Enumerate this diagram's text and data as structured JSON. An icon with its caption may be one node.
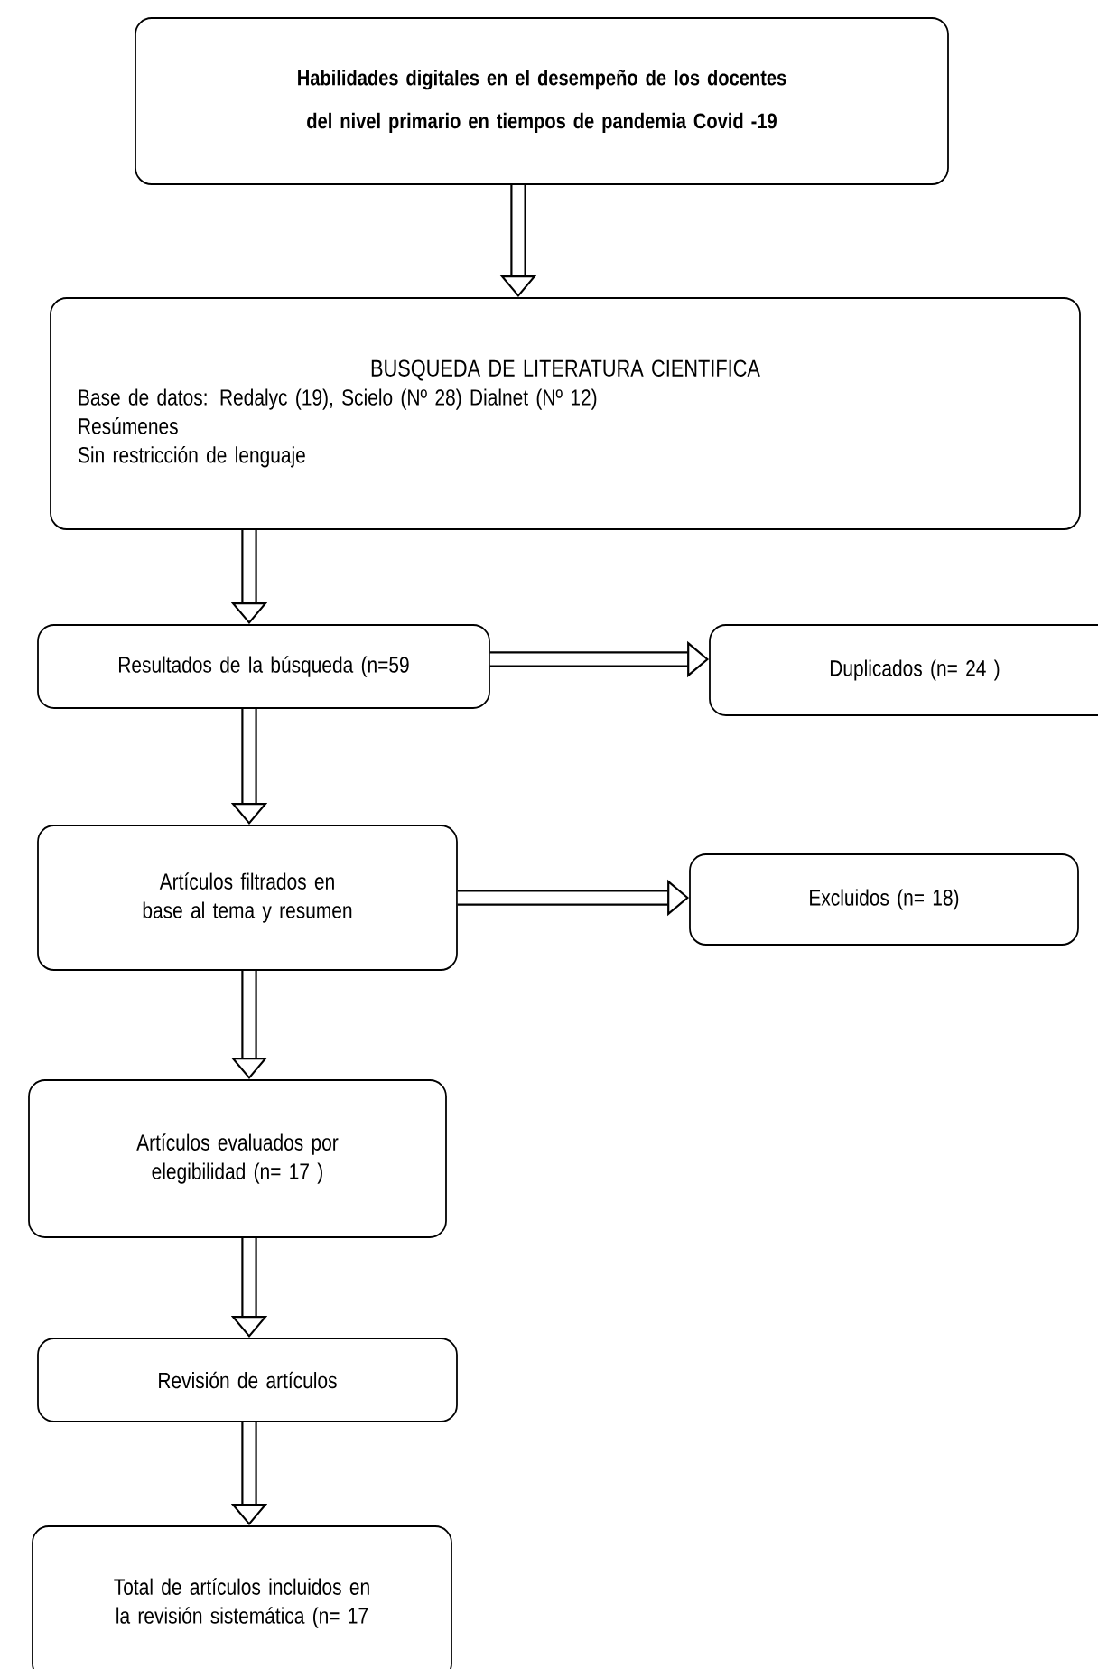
{
  "diagram": {
    "nodes": [
      {
        "text": [
          "Habilidades digitales en el desempeño de los docentes del nivel primario en tiempos de pandemia Covid -19"
        ]
      },
      {
        "text": [
          "BUSQUEDA DE LITERATURA CIENTIFICA",
          "Base de datos: Redalyc (19), Scielo (Nº 28) Dialnet (Nº 12)",
          "Resúmenes",
          "Sin restricción de lenguaje"
        ]
      },
      {
        "text": [
          "Resultados de la búsqueda (n=59"
        ]
      },
      {
        "text": [
          "Duplicados (n= 24 )"
        ]
      },
      {
        "text": [
          "Artículos filtrados en base al tema y resumen"
        ]
      },
      {
        "text": [
          "Excluidos (n= 18)"
        ]
      },
      {
        "text": [
          "Artículos evaluados por elegibilidad (n= 17 )"
        ]
      },
      {
        "text": [
          "Revisión de artículos"
        ]
      },
      {
        "text": [
          "Total de artículos incluidos en la revisión sistemática (n= 17"
        ]
      }
    ],
    "edges": [
      {
        "from": 0,
        "to": 1,
        "arrow": "to"
      },
      {
        "from": 1,
        "to": 2,
        "arrow": "to"
      },
      {
        "from": 2,
        "to": 3,
        "arrow": "to"
      },
      {
        "from": 2,
        "to": 4,
        "arrow": "to"
      },
      {
        "from": 4,
        "to": 5,
        "arrow": "to"
      },
      {
        "from": 4,
        "to": 6,
        "arrow": "to"
      },
      {
        "from": 6,
        "to": 7,
        "arrow": "to"
      },
      {
        "from": 7,
        "to": 8,
        "arrow": "to"
      }
    ]
  }
}
